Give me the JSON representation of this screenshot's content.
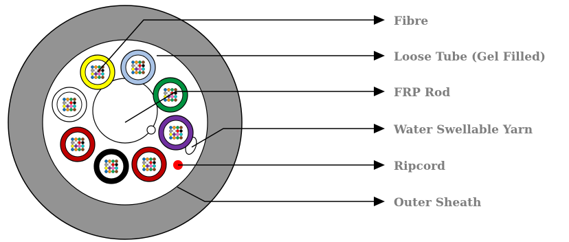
{
  "diagram": {
    "labels": {
      "fibre": "Fibre",
      "loose_tube": "Loose Tube (Gel Filled)",
      "frp_rod": "FRP Rod",
      "water_swellable_yarn": "Water Swellable Yarn",
      "ripcord": "Ripcord",
      "outer_sheath": "Outer Sheath"
    },
    "colors": {
      "outer_sheath": "#939393",
      "inner_core": "#ffffff",
      "ripcord": "#ff0000",
      "tube_yellow": "#ffff00",
      "tube_lightblue": "#a9c3e6",
      "tube_green": "#009240",
      "tube_white": "#ffffff",
      "tube_purple": "#7030a0",
      "tube_red": "#c00000",
      "tube_black": "#000000",
      "tube_darkred": "#c00000",
      "fibre_colors": [
        "#0070c0",
        "#ff9900",
        "#00a650",
        "#8b4513",
        "#9e9e9e",
        "#ffffff",
        "#ff0000",
        "#000000",
        "#ffff00",
        "#7030a0",
        "#ff66cc",
        "#00cccc"
      ]
    }
  }
}
